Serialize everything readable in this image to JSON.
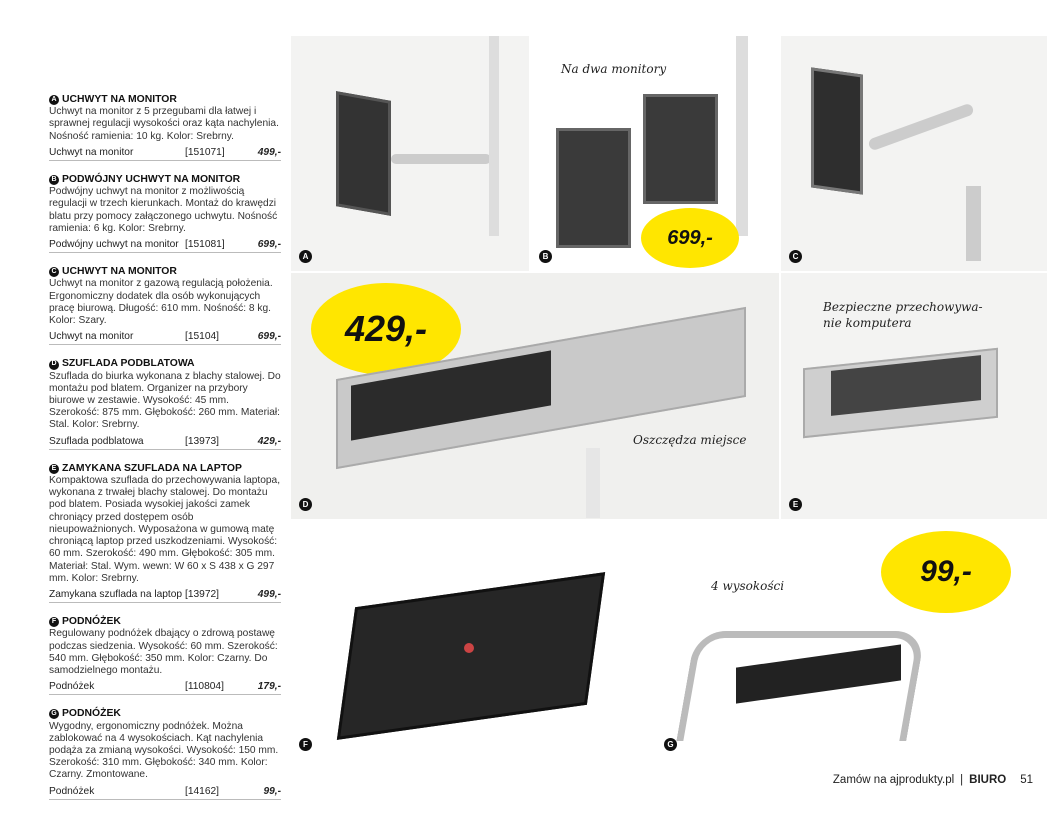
{
  "products": [
    {
      "letter": "A",
      "title": "UCHWYT NA MONITOR",
      "desc": "Uchwyt na monitor z 5 przegubami dla łatwej i sprawnej regulacji wysokości oraz kąta nachylenia. Nośność ramienia: 10 kg. Kolor: Srebrny.",
      "name": "Uchwyt na monitor",
      "code": "[151071]",
      "price": "499,-"
    },
    {
      "letter": "B",
      "title": "PODWÓJNY UCHWYT NA MONITOR",
      "desc": "Podwójny uchwyt na monitor z możliwością regulacji w trzech kierunkach. Montaż do krawędzi blatu przy pomocy załączonego uchwytu. Nośność ramienia: 6 kg. Kolor: Srebrny.",
      "name": "Podwójny uchwyt na monitor",
      "code": "[151081]",
      "price": "699,-"
    },
    {
      "letter": "C",
      "title": "UCHWYT NA MONITOR",
      "desc": "Uchwyt na monitor z gazową regulacją położenia. Ergonomiczny dodatek dla osób wykonujących pracę biurową. Długość: 610 mm. Nośność: 8 kg. Kolor: Szary.",
      "name": "Uchwyt na monitor",
      "code": "[15104]",
      "price": "699,-"
    },
    {
      "letter": "D",
      "title": "SZUFLADA PODBLATOWA",
      "desc": "Szuflada do biurka wykonana z blachy stalowej. Do montażu pod blatem. Organizer na przybory biurowe w zestawie. Wysokość: 45 mm. Szerokość: 875 mm. Głębokość: 260 mm. Materiał: Stal. Kolor: Srebrny.",
      "name": "Szuflada podblatowa",
      "code": "[13973]",
      "price": "429,-"
    },
    {
      "letter": "E",
      "title": "ZAMYKANA SZUFLADA NA LAPTOP",
      "desc": "Kompaktowa szuflada do przechowywania laptopa, wykonana z trwałej blachy stalowej. Do montażu pod blatem. Posiada wysokiej jakości zamek chroniący przed dostępem osób nieupoważnionych. Wyposażona w gumową matę chroniącą laptop przed uszkodzeniami. Wysokość: 60 mm. Szerokość: 490 mm. Głębokość: 305 mm. Materiał: Stal. Wym. wewn: W 60 x S 438 x G 297 mm. Kolor: Srebrny.",
      "name": "Zamykana szuflada na laptop",
      "code": "[13972]",
      "price": "499,-"
    },
    {
      "letter": "F",
      "title": "PODNÓŻEK",
      "desc": "Regulowany podnóżek dbający o zdrową postawę podczas siedzenia. Wysokość: 60 mm. Szerokość: 540 mm. Głębokość: 350 mm. Kolor: Czarny. Do samodzielnego montażu.",
      "name": "Podnóżek",
      "code": "[110804]",
      "price": "179,-"
    },
    {
      "letter": "G",
      "title": "PODNÓŻEK",
      "desc": "Wygodny, ergonomiczny podnóżek. Można zablokować na 4 wysokościach. Kąt nachylenia podąża za zmianą wysokości. Wysokość: 150 mm. Szerokość: 310 mm. Głębokość: 340 mm. Kolor: Czarny. Zmontowane.",
      "name": "Podnóżek",
      "code": "[14162]",
      "price": "99,-"
    }
  ],
  "annotations": {
    "b": "Na dwa monitory",
    "d": "Oszczędza miejsce",
    "e": "Bezpieczne przechowywa- nie komputera",
    "g": "4 wysokości"
  },
  "bubbles": {
    "b": "699,-",
    "d": "429,-",
    "g": "99,-"
  },
  "footer": {
    "link": "Zamów na ajprodukty.pl",
    "sep": "|",
    "section": "BIURO",
    "page": "51"
  },
  "colors": {
    "accent": "#ffe600",
    "tab": "#f6c900"
  }
}
